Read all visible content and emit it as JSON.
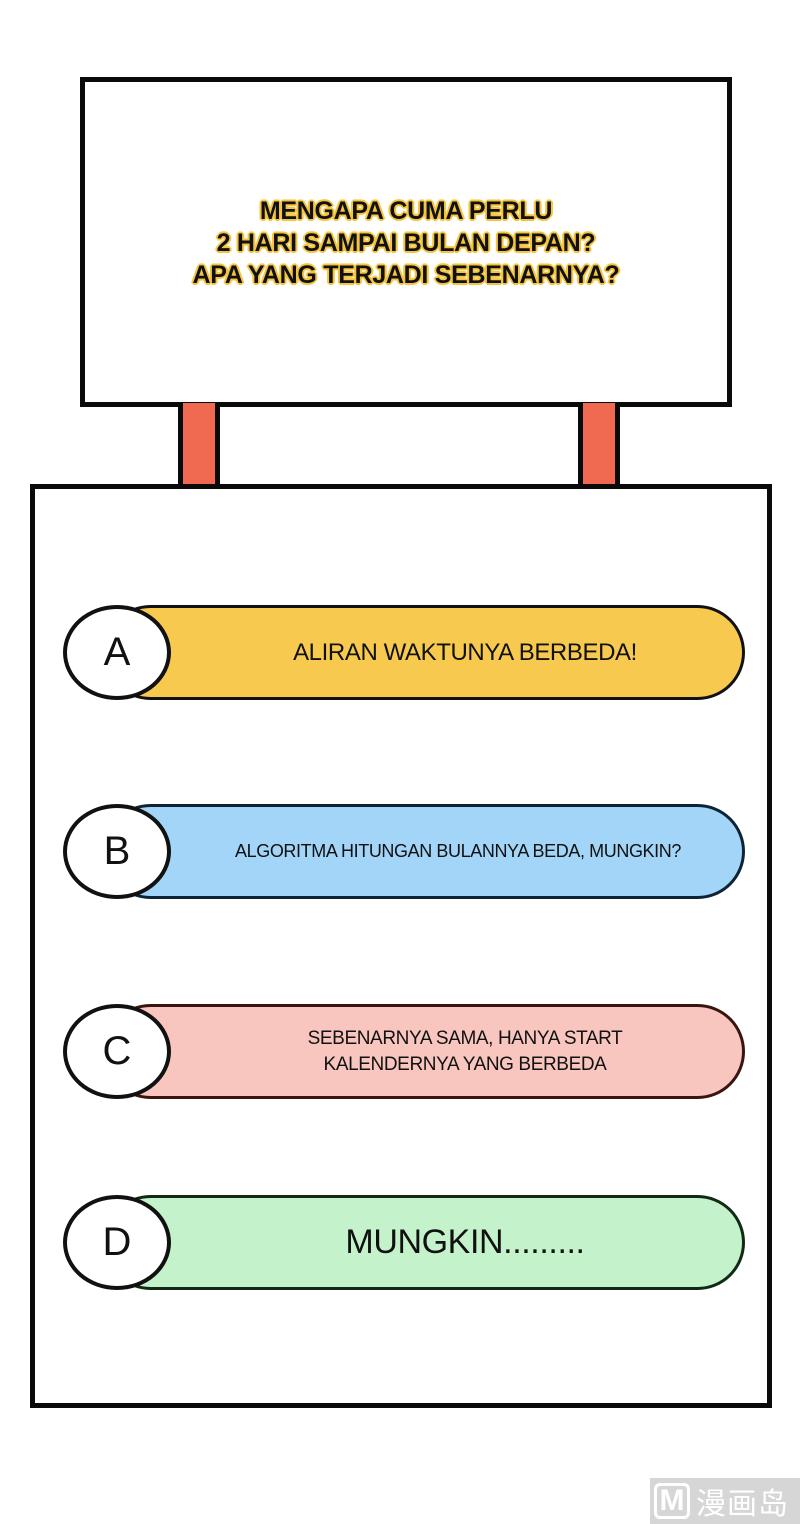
{
  "sign": {
    "lines": [
      "MENGAPA CUMA PERLU",
      "2 HARI SAMPAI BULAN DEPAN?",
      "APA YANG TERJADI SEBENARNYA?"
    ],
    "text_color": "#111111",
    "outline_color": "#f4c542"
  },
  "posts": {
    "color": "#ef6a50"
  },
  "options": [
    {
      "letter": "A",
      "text": "ALIRAN WAKTUNYA BERBEDA!",
      "color": "#f7ca4f"
    },
    {
      "letter": "B",
      "text": "ALGORITMA HITUNGAN BULANNYA BEDA, MUNGKIN?",
      "color": "#a3d5f8"
    },
    {
      "letter": "C",
      "text_lines": [
        "SEBENARNYA SAMA, HANYA START",
        "KALENDERNYA YANG BERBEDA"
      ],
      "color": "#f8c6bf"
    },
    {
      "letter": "D",
      "text": "MUNGKIN.........",
      "color": "#c4f2cb"
    }
  ],
  "watermark": {
    "logo_letter": "M",
    "text": "漫画岛"
  }
}
